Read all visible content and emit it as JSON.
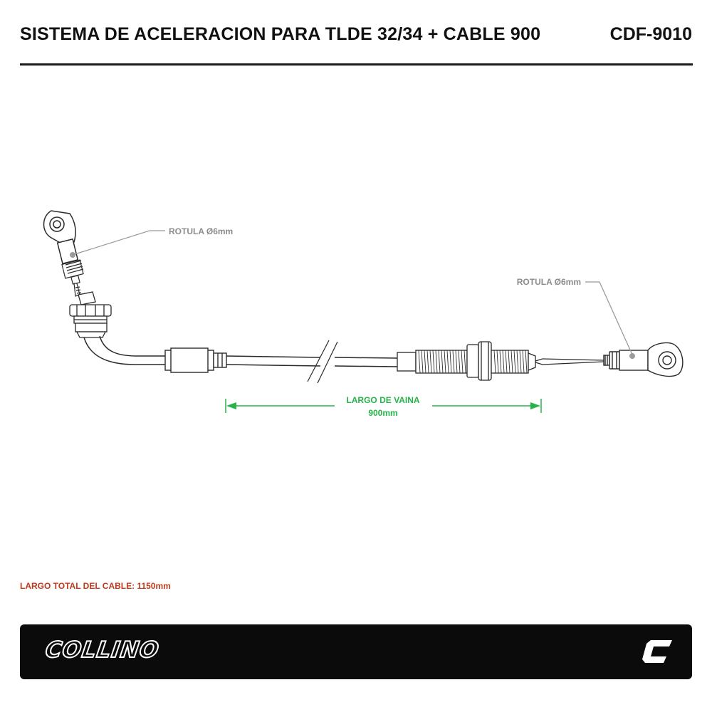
{
  "header": {
    "title": "SISTEMA DE ACELERACION PARA TLDE 32/34 + CABLE 900",
    "code": "CDF-9010"
  },
  "diagram": {
    "left_rod_end_label": "ROTULA Ø6mm",
    "right_rod_end_label": "ROTULA Ø6mm",
    "sheath_label_line1": "LARGO DE VAINA",
    "sheath_label_line2": "900mm"
  },
  "note": {
    "total_length": "LARGO TOTAL DEL CABLE: 1150mm"
  },
  "footer": {
    "brand": "COLLINO"
  },
  "colors": {
    "dimension": "#27b34a",
    "note": "#c0391b",
    "callout": "#8c8c8c",
    "footer_bg": "#0b0b0b"
  }
}
